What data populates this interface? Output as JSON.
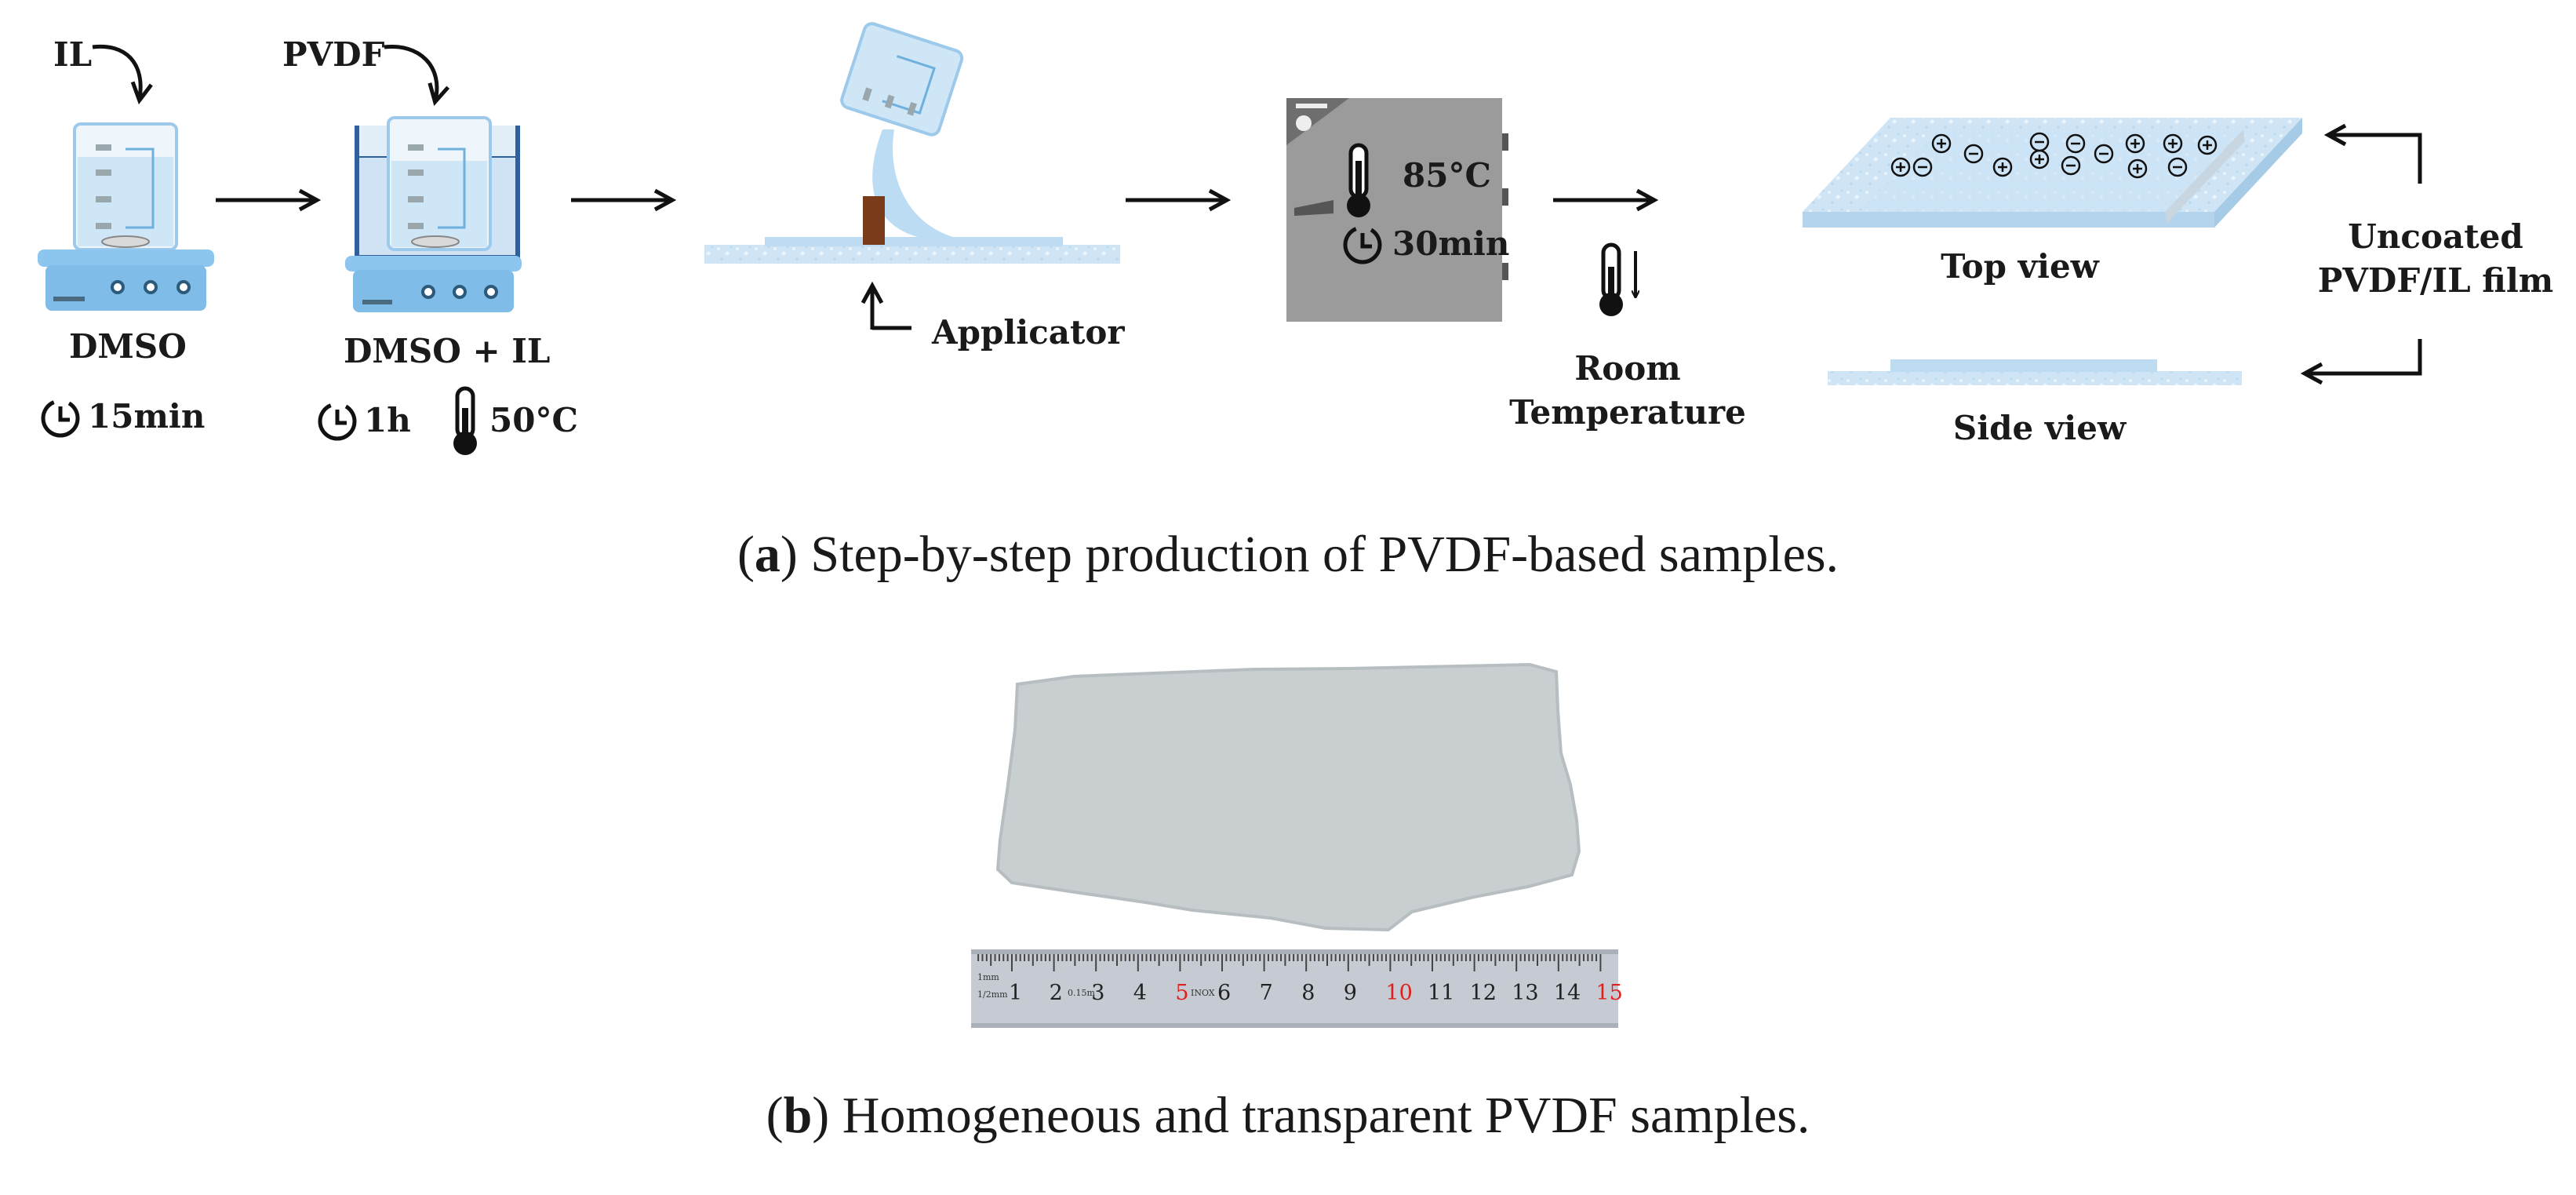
{
  "figure": {
    "panel_a": {
      "step1": {
        "input": "IL",
        "solvent": "DMSO",
        "time": "15min",
        "icons": [
          "beaker-icon",
          "magnetic-stirrer-icon",
          "clock-icon"
        ]
      },
      "step2": {
        "input": "PVDF",
        "solution": "DMSO + IL",
        "time": "1h",
        "temperature": "50°C",
        "icons": [
          "beaker-icon",
          "water-bath-icon",
          "clock-icon",
          "thermometer-icon"
        ]
      },
      "step3": {
        "tool": "Applicator",
        "icons": [
          "pouring-beaker-icon",
          "applicator-icon",
          "substrate-icon"
        ]
      },
      "step4": {
        "temperature": "85°C",
        "time": "30min",
        "icons": [
          "oven-icon",
          "thermometer-icon",
          "clock-icon"
        ]
      },
      "step5": {
        "cooling": "Room Temperature",
        "icons": [
          "thermometer-down-icon"
        ]
      },
      "result": {
        "top_view": "Top view",
        "side_view": "Side view",
        "film": "Uncoated PVDF/IL film",
        "film_line1": "Uncoated",
        "film_line2": "PVDF/IL film",
        "charge_symbols": [
          "+",
          "−"
        ]
      },
      "caption_letter": "a",
      "caption_text": "Step-by-step production of PVDF-based samples."
    },
    "panel_b": {
      "ruler": {
        "unit_labels": [
          "1mm",
          "1/2mm"
        ],
        "numbers": [
          "1",
          "2",
          "3",
          "4",
          "5",
          "6",
          "7",
          "8",
          "9",
          "10",
          "11",
          "12",
          "13",
          "14",
          "15"
        ],
        "red_numbers": [
          "5",
          "10",
          "15"
        ],
        "small_marks": [
          "0.15m",
          "INOX"
        ]
      },
      "caption_letter": "b",
      "caption_text": "Homogeneous and transparent PVDF samples."
    },
    "colors": {
      "liquid": "#cfe6f7",
      "device_blue": "#7fbde8",
      "oven_gray": "#9b9b9b",
      "applicator_brown": "#7a3b1b",
      "film_gray": "#c9cfd1",
      "ruler_red": "#e0201e"
    }
  }
}
